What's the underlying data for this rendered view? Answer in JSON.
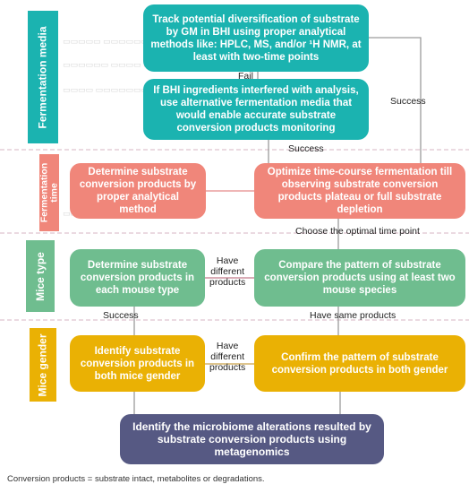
{
  "sections": {
    "fermentation_media": "Fermentation media",
    "fermentation_time": "Fermentation time",
    "mice_type": "Mice type",
    "mice_gender": "Mice gender"
  },
  "boxes": {
    "track": "Track potential diversification of substrate by GM in BHI using proper analytical methods like: HPLC, MS, and/or ¹H NMR, at least with two-time points",
    "alternative": "If BHI ingredients interfered with analysis, use alternative fermentation media that would enable accurate substrate conversion products monitoring",
    "determine_analytical": "Determine substrate conversion products by proper analytical method",
    "optimize": "Optimize time-course fermentation till observing substrate conversion products plateau or full substrate depletion",
    "determine_mouse": "Determine substrate conversion products in each mouse type",
    "compare": "Compare the pattern of substrate conversion products using at least two mouse species",
    "identify_gender": "Identify substrate conversion products in both mice gender",
    "confirm": "Confirm the pattern of substrate conversion products in both gender",
    "identify_microbiome": "Identify the microbiome alterations resulted by substrate conversion products using metagenomics"
  },
  "labels": {
    "fail": "Fail",
    "success_right": "Success",
    "success_mid": "Success",
    "choose": "Choose the optimal time  point",
    "have_diff_1": "Have\ndifferent\nproducts",
    "have_same": "Have same  products",
    "success_left": "Success",
    "have_diff_2": "Have\ndifferent\nproducts"
  },
  "footnote": "Conversion products = substrate intact, metabolites or degradations.",
  "colors": {
    "teal": "#1bb3b0",
    "salmon": "#f0867a",
    "green": "#6fbd8f",
    "yellow": "#eab104",
    "navy": "#565983",
    "line": "#9c9c9c",
    "dash": "#cfa8b8"
  }
}
